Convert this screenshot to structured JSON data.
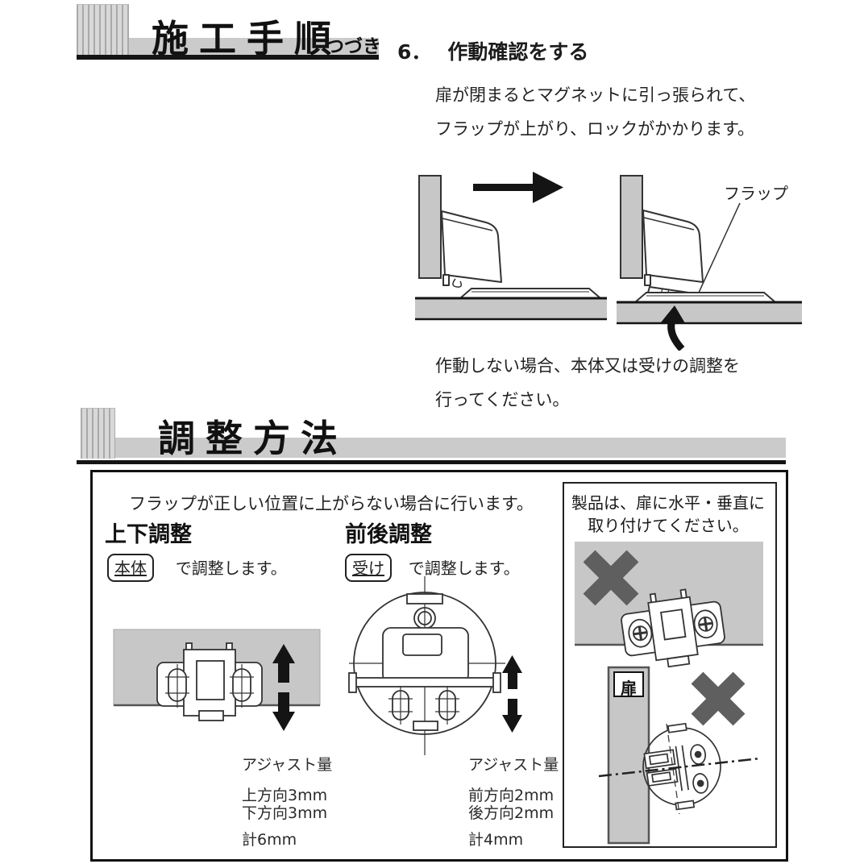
{
  "header_procedure": {
    "title": "施工手順",
    "continued": "つづき"
  },
  "section6": {
    "number": "6．",
    "title": "作動確認をする",
    "body_line1": "扉が閉まるとマグネットに引っ張られて、",
    "body_line2": "フラップが上がり、ロックがかかります。",
    "flap_label": "フラップ",
    "note_line1": "作動しない場合、本体又は受けの調整を",
    "note_line2": "行ってください。"
  },
  "header_adjust": {
    "title": "調整方法"
  },
  "adjust": {
    "intro": "フラップが正しい位置に上がらない場合に行います。",
    "updown": {
      "title": "上下調整",
      "part": "本体",
      "suffix": "で調整します。",
      "amount_title": "アジャスト量",
      "amount1": "上方向3mm",
      "amount2": "下方向3mm",
      "total": "計6mm"
    },
    "frontback": {
      "title": "前後調整",
      "part": "受け",
      "suffix": "で調整します。",
      "amount_title": "アジャスト量",
      "amount1": "前方向2mm",
      "amount2": "後方向2mm",
      "total": "計4mm"
    },
    "panel": {
      "caption_line1": "製品は、扉に水平・垂直に",
      "caption_line2": "取り付けてください。",
      "door_label": "扉"
    }
  },
  "colors": {
    "gray_fill": "#c7c7c7",
    "stripe_line": "#a9a9a9",
    "x_mark": "#5f5f5f",
    "ink": "#1c1c1c"
  }
}
